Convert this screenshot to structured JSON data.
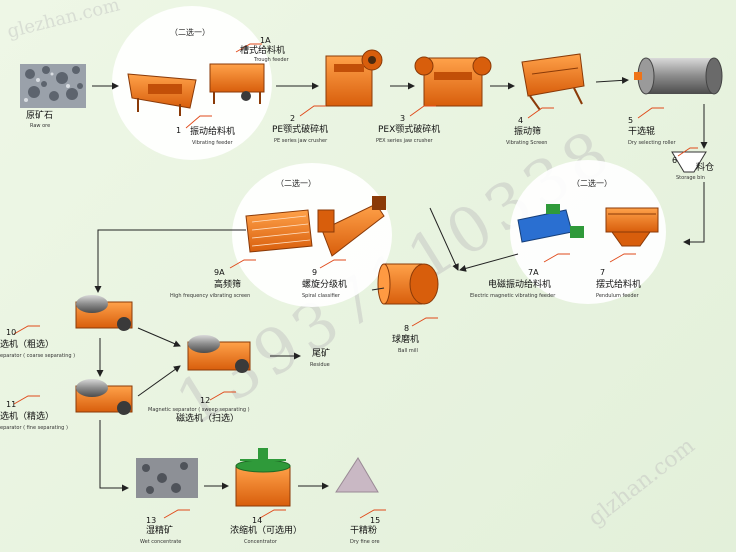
{
  "choose_one": "（二选一）",
  "watermarks": {
    "top_left": "glezhan.com",
    "center": "13937110338",
    "bottom_right": "glzhan.com"
  },
  "nodes": [
    {
      "id": "raw",
      "num": "",
      "cn": "原矿石",
      "en": "Raw ore"
    },
    {
      "id": "n1",
      "num": "1",
      "cn": "振动给料机",
      "en": "Vibrating feeder"
    },
    {
      "id": "n1a",
      "num": "1A",
      "cn": "槽式给料机",
      "en": "Trough feeder"
    },
    {
      "id": "n2",
      "num": "2",
      "cn": "PE颚式破碎机",
      "en": "PE series jaw crusher"
    },
    {
      "id": "n3",
      "num": "3",
      "cn": "PEX颚式破碎机",
      "en": "PEX series jaw crusher"
    },
    {
      "id": "n4",
      "num": "4",
      "cn": "振动筛",
      "en": "Vibrating Screen"
    },
    {
      "id": "n5",
      "num": "5",
      "cn": "干选辊",
      "en": "Dry selecting roller"
    },
    {
      "id": "n6",
      "num": "6",
      "cn": "料仓",
      "en": "Storage bin"
    },
    {
      "id": "n7",
      "num": "7",
      "cn": "摆式给料机",
      "en": "Pendulum feeder"
    },
    {
      "id": "n7a",
      "num": "7A",
      "cn": "电磁振动给料机",
      "en": "Electric magnetic vibrating feeder"
    },
    {
      "id": "n8",
      "num": "8",
      "cn": "球磨机",
      "en": "Ball mill"
    },
    {
      "id": "n9",
      "num": "9",
      "cn": "螺旋分级机",
      "en": "Spiral classifier"
    },
    {
      "id": "n9a",
      "num": "9A",
      "cn": "高频筛",
      "en": "High frequency vibrating screen"
    },
    {
      "id": "n10",
      "num": "10",
      "cn": "选机（粗选）",
      "en": "eparator ( coarse separating )"
    },
    {
      "id": "n11",
      "num": "11",
      "cn": "选机（精选）",
      "en": "eparator ( fine separating )"
    },
    {
      "id": "n12",
      "num": "12",
      "cn": "磁选机（扫选）",
      "en": "Magnetic separator ( sweep separating )"
    },
    {
      "id": "tail",
      "num": "",
      "cn": "尾矿",
      "en": "Residue"
    },
    {
      "id": "n13",
      "num": "13",
      "cn": "湿精矿",
      "en": "Wet concentrate"
    },
    {
      "id": "n14",
      "num": "14",
      "cn": "浓缩机（可选用）",
      "en": "Concentrator"
    },
    {
      "id": "n15",
      "num": "15",
      "cn": "干精粉",
      "en": "Dry fine ore"
    }
  ],
  "colors": {
    "machine_orange": "#ef7418",
    "machine_dark": "#8a3a08",
    "circle_fill": "#ffffff",
    "arrow": "#222222",
    "leader": "#e04a1a",
    "ore_gray": "#7f8791",
    "magnet_gray": "#6d6a66",
    "blue": "#2a6fd1",
    "green": "#2f9a3a"
  }
}
